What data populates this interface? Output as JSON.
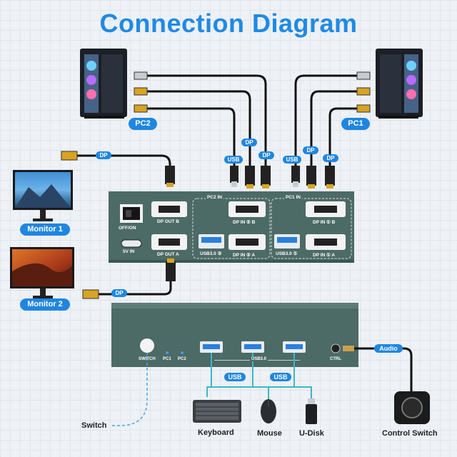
{
  "title": "Connection Diagram",
  "pcs": {
    "pc1": "PC1",
    "pc2": "PC2"
  },
  "monitors": {
    "m1": "Monitor 1",
    "m2": "Monitor 2"
  },
  "cable_tags": {
    "dp": "DP",
    "usb": "USB",
    "audio": "Audio"
  },
  "panel_top": {
    "pc2_in": "PC2 IN",
    "pc1_in": "PC1 IN",
    "off_on": "OFF/ON",
    "five_v_in": "5V IN",
    "dp_out_b": "DP OUT B",
    "dp_out_a": "DP OUT A",
    "pc2_dp_in_b": "DP IN ② B",
    "pc2_dp_in_a": "DP IN ② A",
    "pc2_usb": "USB3.0 ②",
    "pc1_dp_in_b": "DP IN ① B",
    "pc1_dp_in_a": "DP IN ① A",
    "pc1_usb": "USB3.0 ①"
  },
  "panel_front": {
    "switch": "SWITCH",
    "pc1": "PC1",
    "pc2": "PC2",
    "usb30": "USB3.0",
    "ctrl": "CTRL"
  },
  "peripherals": {
    "switch": "Switch",
    "keyboard": "Keyboard",
    "mouse": "Mouse",
    "udisk": "U-Disk",
    "control_switch": "Control Switch"
  },
  "colors": {
    "accent": "#1f86e0",
    "panel": "#4c6a66",
    "panel_dark": "#3b5754"
  }
}
